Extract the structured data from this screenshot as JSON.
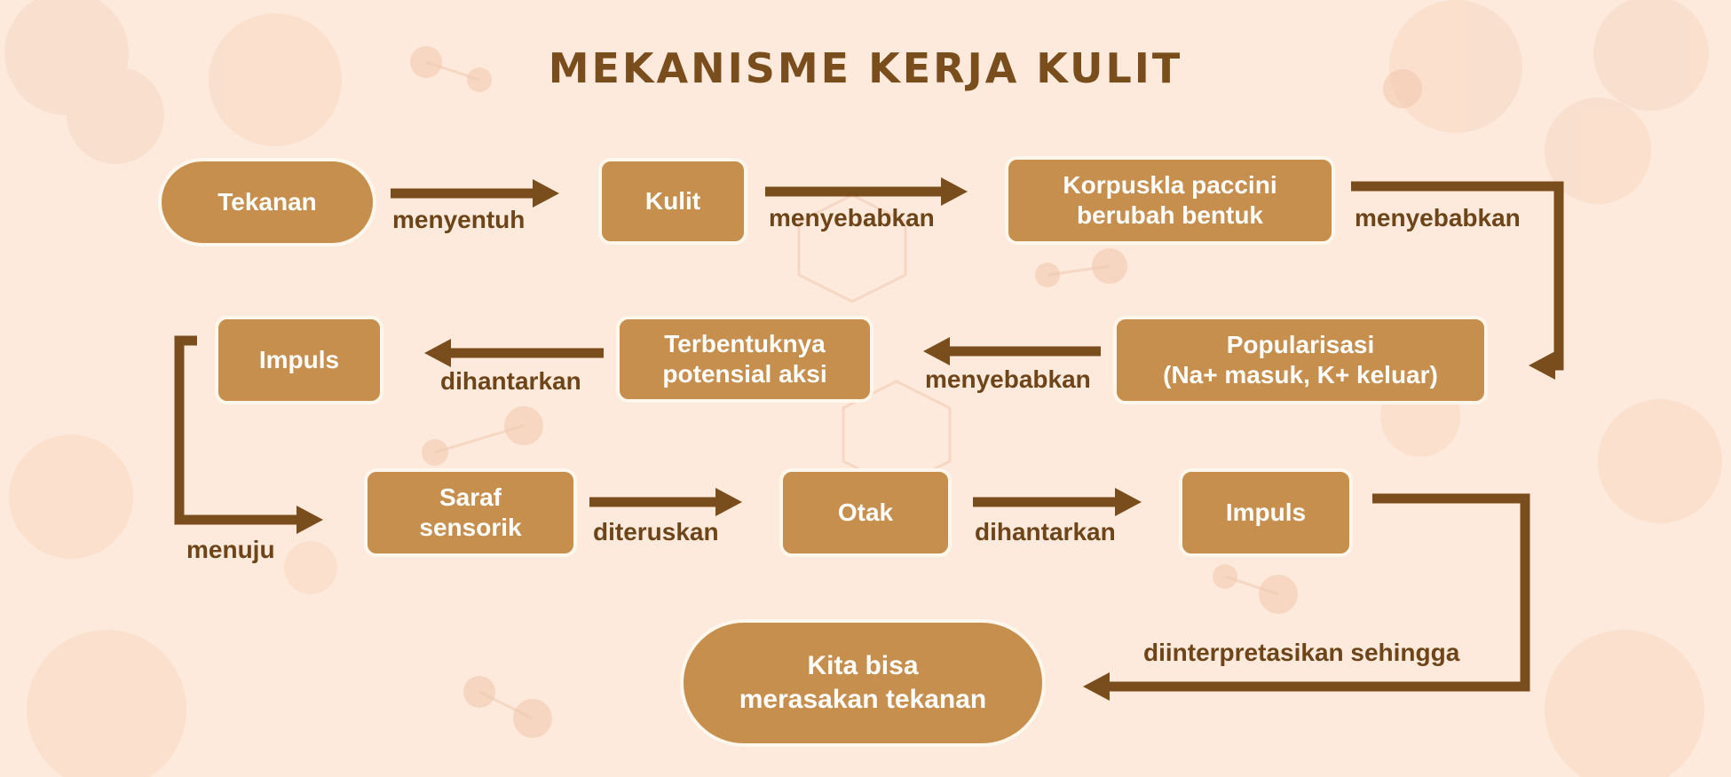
{
  "title": "MEKANISME KERJA KULIT",
  "colors": {
    "node_fill": "#c78f4e",
    "node_border": "#fff6ec",
    "arrow": "#7a4d1d",
    "label": "#6e4419",
    "background": "#fdeadc"
  },
  "nodes": {
    "tekanan": "Tekanan",
    "kulit": "Kulit",
    "korpuskula": "Korpuskla paccini\nberubah bentuk",
    "popularisasi": "Popularisasi\n(Na+ masuk, K+ keluar)",
    "potensial": "Terbentuknya\npotensial aksi",
    "impuls1": "Impuls",
    "saraf": "Saraf\nsensorik",
    "otak": "Otak",
    "impuls2": "Impuls",
    "akhir": "Kita bisa\nmerasakan tekanan"
  },
  "edges": {
    "e1": "menyentuh",
    "e2": "menyebabkan",
    "e3": "menyebabkan",
    "e4": "menyebabkan",
    "e5": "dihantarkan",
    "e6": "menuju",
    "e7": "diteruskan",
    "e8": "dihantarkan",
    "e9": "diinterpretasikan sehingga"
  }
}
